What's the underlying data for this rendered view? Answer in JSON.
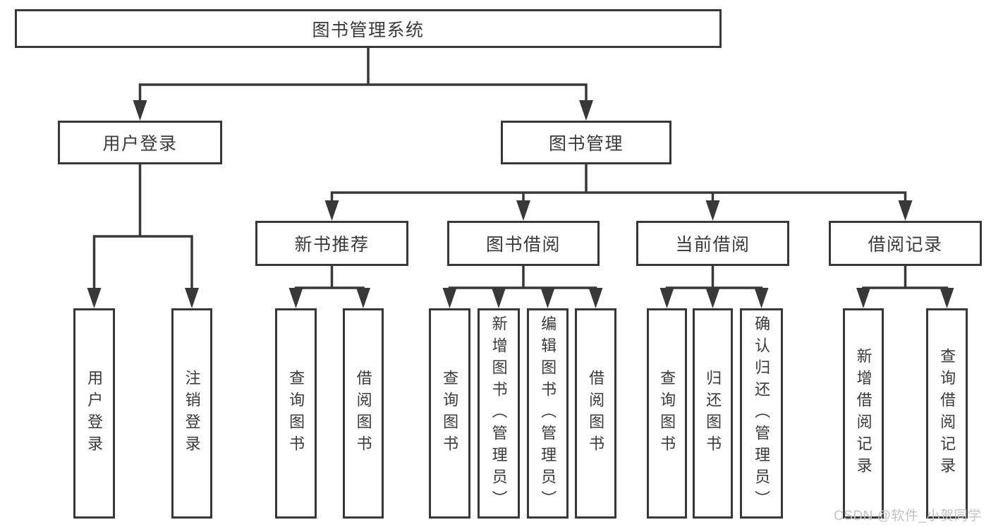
{
  "root": {
    "label": "图书管理系统"
  },
  "level2": [
    {
      "label": "用户登录"
    },
    {
      "label": "图书管理"
    }
  ],
  "level3": [
    {
      "label": "新书推荐"
    },
    {
      "label": "图书借阅"
    },
    {
      "label": "当前借阅"
    },
    {
      "label": "借阅记录"
    }
  ],
  "leaves": {
    "login": [
      "用户登录",
      "注销登录"
    ],
    "recommend": [
      "查询图书",
      "借阅图书"
    ],
    "borrow": [
      "查询图书",
      "新增图书（管理员）",
      "编辑图书（管理员）",
      "借阅图书"
    ],
    "current": [
      "查询图书",
      "归还图书",
      "确认归还（管理员）"
    ],
    "records": [
      "新增借阅记录",
      "查询借阅记录"
    ]
  },
  "watermark": "CSDN @软件_小贺同学",
  "colors": {
    "line": "#383838",
    "text": "#3a3a3a",
    "watermark": "#c3c3c3"
  }
}
